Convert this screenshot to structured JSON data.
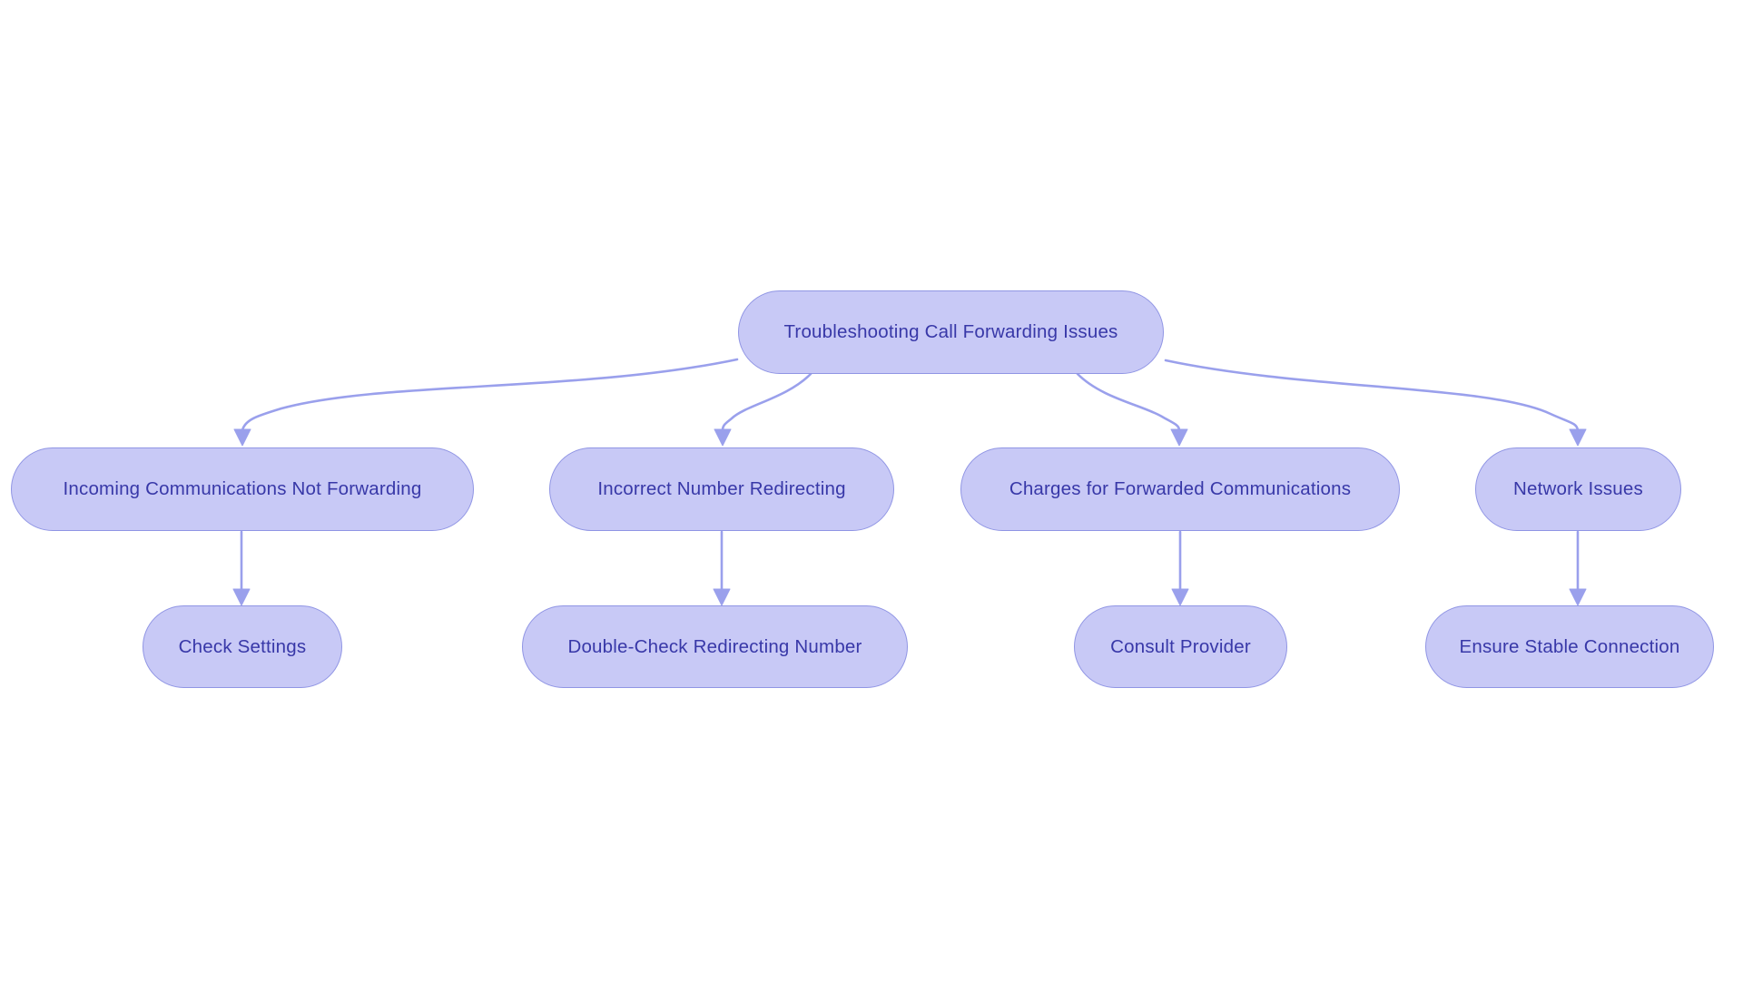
{
  "diagram": {
    "nodes": {
      "root": {
        "label": "Troubleshooting Call Forwarding Issues"
      },
      "c1": {
        "label": "Incoming Communications Not Forwarding"
      },
      "c2": {
        "label": "Incorrect Number Redirecting"
      },
      "c3": {
        "label": "Charges for Forwarded Communications"
      },
      "c4": {
        "label": "Network Issues"
      },
      "l1": {
        "label": "Check Settings"
      },
      "l2": {
        "label": "Double-Check Redirecting Number"
      },
      "l3": {
        "label": "Consult Provider"
      },
      "l4": {
        "label": "Ensure Stable Connection"
      }
    },
    "edges": [
      {
        "from": "root",
        "to": "c1"
      },
      {
        "from": "root",
        "to": "c2"
      },
      {
        "from": "root",
        "to": "c3"
      },
      {
        "from": "root",
        "to": "c4"
      },
      {
        "from": "c1",
        "to": "l1"
      },
      {
        "from": "c2",
        "to": "l2"
      },
      {
        "from": "c3",
        "to": "l3"
      },
      {
        "from": "c4",
        "to": "l4"
      }
    ],
    "colors": {
      "node_fill": "#c8c9f6",
      "node_border": "#9095e4",
      "node_text": "#3838a8",
      "edge": "#9aa0ec",
      "background": "#ffffff"
    }
  }
}
